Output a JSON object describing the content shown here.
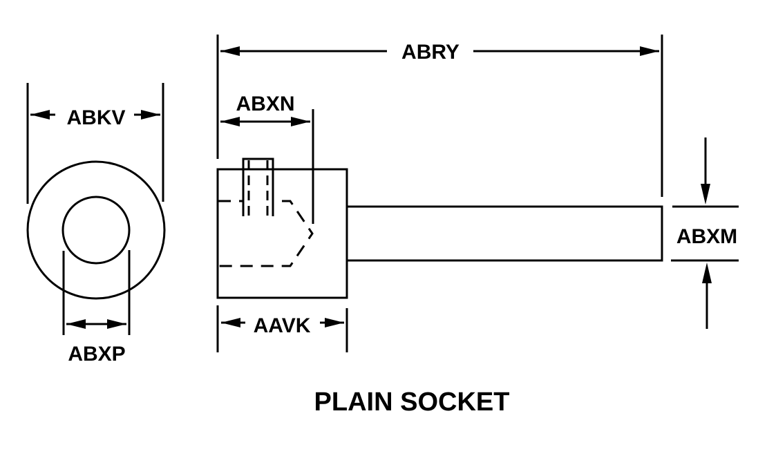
{
  "diagram": {
    "title": "PLAIN SOCKET",
    "colors": {
      "line": "#000000",
      "background": "#ffffff"
    },
    "dimensions": {
      "end_view_outer_diameter": "ABKV",
      "end_view_inner_diameter": "ABXP",
      "overall_length": "ABRY",
      "set_screw_position": "ABXN",
      "body_length": "AAVK",
      "shank_diameter": "ABXM"
    }
  }
}
